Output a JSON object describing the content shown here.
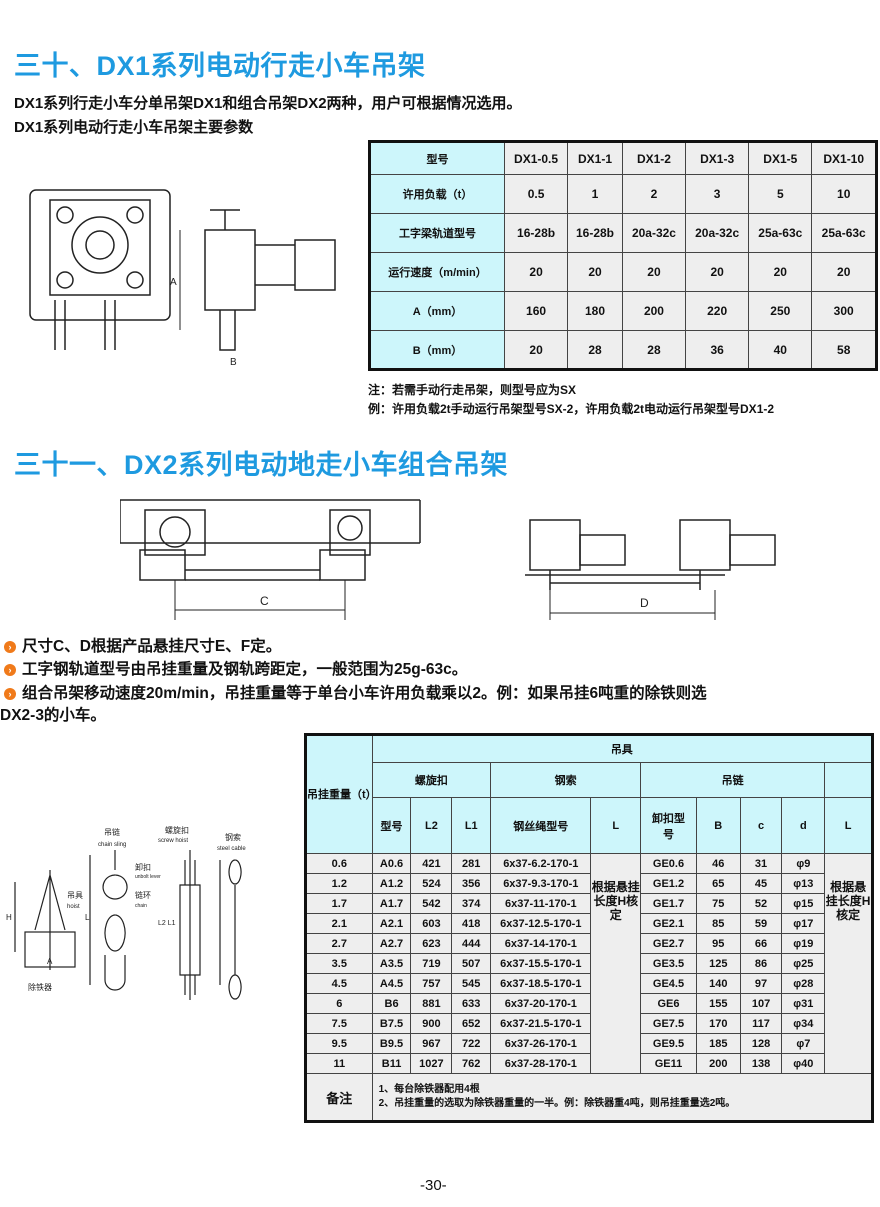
{
  "section1": {
    "title": "三十、DX1系列电动行走小车吊架",
    "intro": "DX1系列行走小车分单吊架DX1和组合吊架DX2两种，用户可根据情况选用。",
    "subtitle": "DX1系列电动行走小车吊架主要参数",
    "diagram_labels": {
      "a": "A",
      "b": "B"
    },
    "table": {
      "rows": [
        {
          "label": "型号",
          "values": [
            "DX1-0.5",
            "DX1-1",
            "DX1-2",
            "DX1-3",
            "DX1-5",
            "DX1-10"
          ]
        },
        {
          "label": "许用负载（t）",
          "values": [
            "0.5",
            "1",
            "2",
            "3",
            "5",
            "10"
          ]
        },
        {
          "label": "工字梁轨道型号",
          "values": [
            "16-28b",
            "16-28b",
            "20a-32c",
            "20a-32c",
            "25a-63c",
            "25a-63c"
          ]
        },
        {
          "label": "运行速度（m/min）",
          "values": [
            "20",
            "20",
            "20",
            "20",
            "20",
            "20"
          ]
        },
        {
          "label": "A（mm）",
          "values": [
            "160",
            "180",
            "200",
            "220",
            "250",
            "300"
          ]
        },
        {
          "label": "B（mm）",
          "values": [
            "20",
            "28",
            "28",
            "36",
            "40",
            "58"
          ]
        }
      ]
    },
    "notes": [
      "注：若需手动行走吊架，则型号应为SX",
      "例：许用负载2t手动运行吊架型号SX-2，许用负载2t电动运行吊架型号DX1-2"
    ]
  },
  "section2": {
    "title": "三十一、DX2系列电动地走小车组合吊架",
    "diagram_labels": {
      "c": "C",
      "d": "D"
    },
    "bullets": [
      "尺寸C、D根据产品悬挂尺寸E、F定。",
      "工字钢轨道型号由吊挂重量及钢轨跨距定，一般范围为25g-63c。",
      "组合吊架移动速度20m/min，吊挂重量等于单台小车许用负载乘以2。例：如果吊挂6吨重的除铁则选",
      "DX2-3的小车。"
    ],
    "figure_labels": {
      "magnet": "除铁器",
      "hoist": "吊具",
      "hoist_en": "hoist",
      "H": "H",
      "A": "A",
      "chain": "吊链",
      "chain_en": "chain sling",
      "shackle": "卸扣",
      "shackle_en": "unbolt lever",
      "ring": "链环",
      "ring_en": "chain",
      "L": "L",
      "screw": "螺旋扣",
      "screw_en": "screw hoist",
      "L2L1": "L2 L1",
      "cable": "钢索",
      "cable_en": "steel cable"
    },
    "table": {
      "col_weight": "吊挂重量（t）",
      "group_top": "吊具",
      "groups": [
        "螺旋扣",
        "钢索",
        "吊链"
      ],
      "subheaders": [
        "型号",
        "L2",
        "L1",
        "钢丝绳型号",
        "L",
        "卸扣型号",
        "B",
        "c",
        "d",
        "L"
      ],
      "merged_L": "根据悬挂长度H核定",
      "rows": [
        [
          "0.6",
          "A0.6",
          "421",
          "281",
          "6x37-6.2-170-1",
          "GE0.6",
          "46",
          "31",
          "φ9"
        ],
        [
          "1.2",
          "A1.2",
          "524",
          "356",
          "6x37-9.3-170-1",
          "GE1.2",
          "65",
          "45",
          "φ13"
        ],
        [
          "1.7",
          "A1.7",
          "542",
          "374",
          "6x37-11-170-1",
          "GE1.7",
          "75",
          "52",
          "φ15"
        ],
        [
          "2.1",
          "A2.1",
          "603",
          "418",
          "6x37-12.5-170-1",
          "GE2.1",
          "85",
          "59",
          "φ17"
        ],
        [
          "2.7",
          "A2.7",
          "623",
          "444",
          "6x37-14-170-1",
          "GE2.7",
          "95",
          "66",
          "φ19"
        ],
        [
          "3.5",
          "A3.5",
          "719",
          "507",
          "6x37-15.5-170-1",
          "GE3.5",
          "125",
          "86",
          "φ25"
        ],
        [
          "4.5",
          "A4.5",
          "757",
          "545",
          "6x37-18.5-170-1",
          "GE4.5",
          "140",
          "97",
          "φ28"
        ],
        [
          "6",
          "B6",
          "881",
          "633",
          "6x37-20-170-1",
          "GE6",
          "155",
          "107",
          "φ31"
        ],
        [
          "7.5",
          "B7.5",
          "900",
          "652",
          "6x37-21.5-170-1",
          "GE7.5",
          "170",
          "117",
          "φ34"
        ],
        [
          "9.5",
          "B9.5",
          "967",
          "722",
          "6x37-26-170-1",
          "GE9.5",
          "185",
          "128",
          "φ7"
        ],
        [
          "11",
          "B11",
          "1027",
          "762",
          "6x37-28-170-1",
          "GE11",
          "200",
          "138",
          "φ40"
        ]
      ],
      "remark_label": "备注",
      "remarks": [
        "1、每台除铁器配用4根",
        "2、吊挂重量的选取为除铁器重量的一半。例：除铁器重4吨，则吊挂重量选2吨。"
      ]
    }
  },
  "page_number": "-30-",
  "colors": {
    "title": "#1e9ae0",
    "header_cell": "#cdf6fb",
    "data_cell": "#eeeeee",
    "bullet": "#f07a1a"
  }
}
